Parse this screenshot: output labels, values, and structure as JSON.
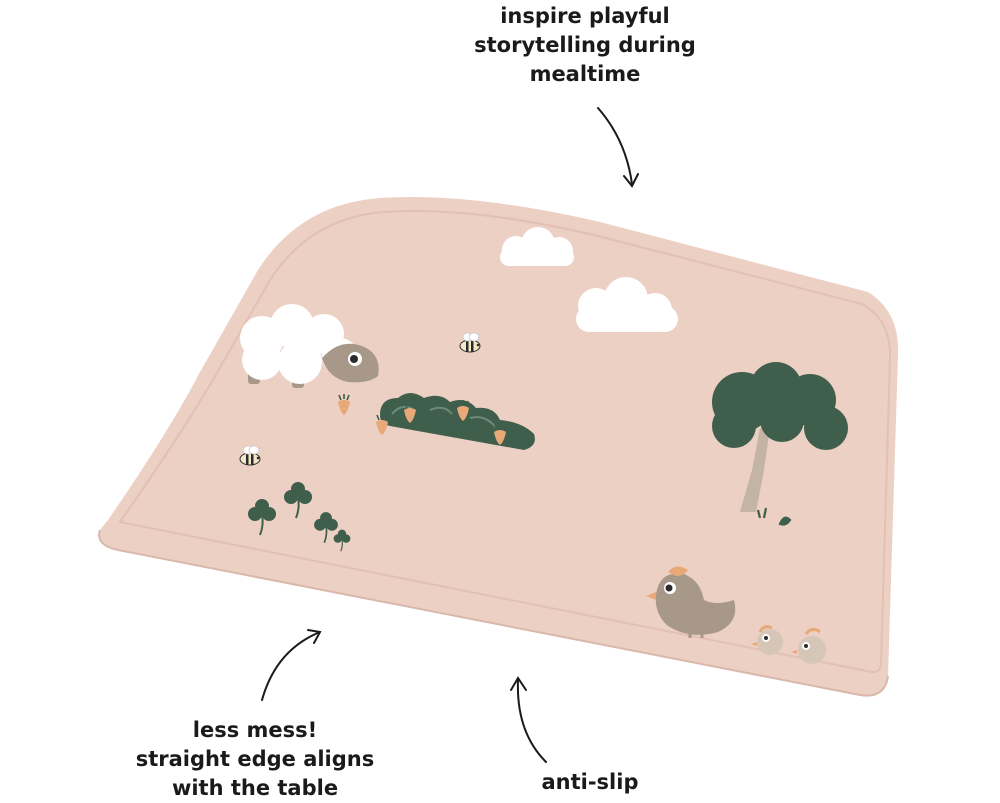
{
  "callouts": {
    "top": {
      "lines": [
        "inspire playful",
        "storytelling during",
        "mealtime"
      ]
    },
    "left": {
      "lines": [
        "less mess!",
        "straight edge aligns",
        "with the table"
      ]
    },
    "bottom": {
      "lines": [
        "anti-slip"
      ]
    }
  },
  "placemat": {
    "color": "#ecd0c4",
    "rim_color": "#e2c0b2",
    "illustrations": [
      "sheep",
      "bee",
      "bee",
      "clouds",
      "bush-with-carrots",
      "carrots",
      "clovers",
      "tree",
      "grass",
      "hen",
      "chick",
      "chick"
    ]
  },
  "colors": {
    "text": "#1a1a1a",
    "dark_green": "#3f5e4c",
    "taupe": "#a8988a",
    "white": "#ffffff",
    "orange": "#e8a878"
  }
}
